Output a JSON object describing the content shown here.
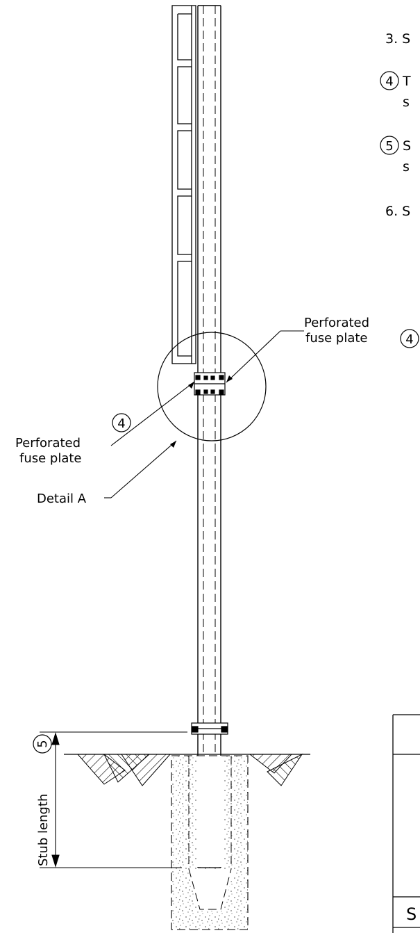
{
  "notes": {
    "note3": "3. S",
    "note4_num": "4",
    "note4_line1": "T",
    "note4_line2": "s",
    "note5_num": "5",
    "note5_line1": "S",
    "note5_line2": "s",
    "note6": "6. S"
  },
  "callouts": {
    "fuse_plate_right_line1": "Perforated",
    "fuse_plate_right_line2": "fuse plate",
    "fuse_plate_right_num": "4",
    "fuse_plate_left_line1": "Perforated",
    "fuse_plate_left_line2": "fuse plate",
    "fuse_plate_left_num": "4",
    "detail": "Detail A",
    "stub_length": "Stub length",
    "stub_length_num": "5"
  },
  "table": {
    "partial_cell": "S"
  }
}
